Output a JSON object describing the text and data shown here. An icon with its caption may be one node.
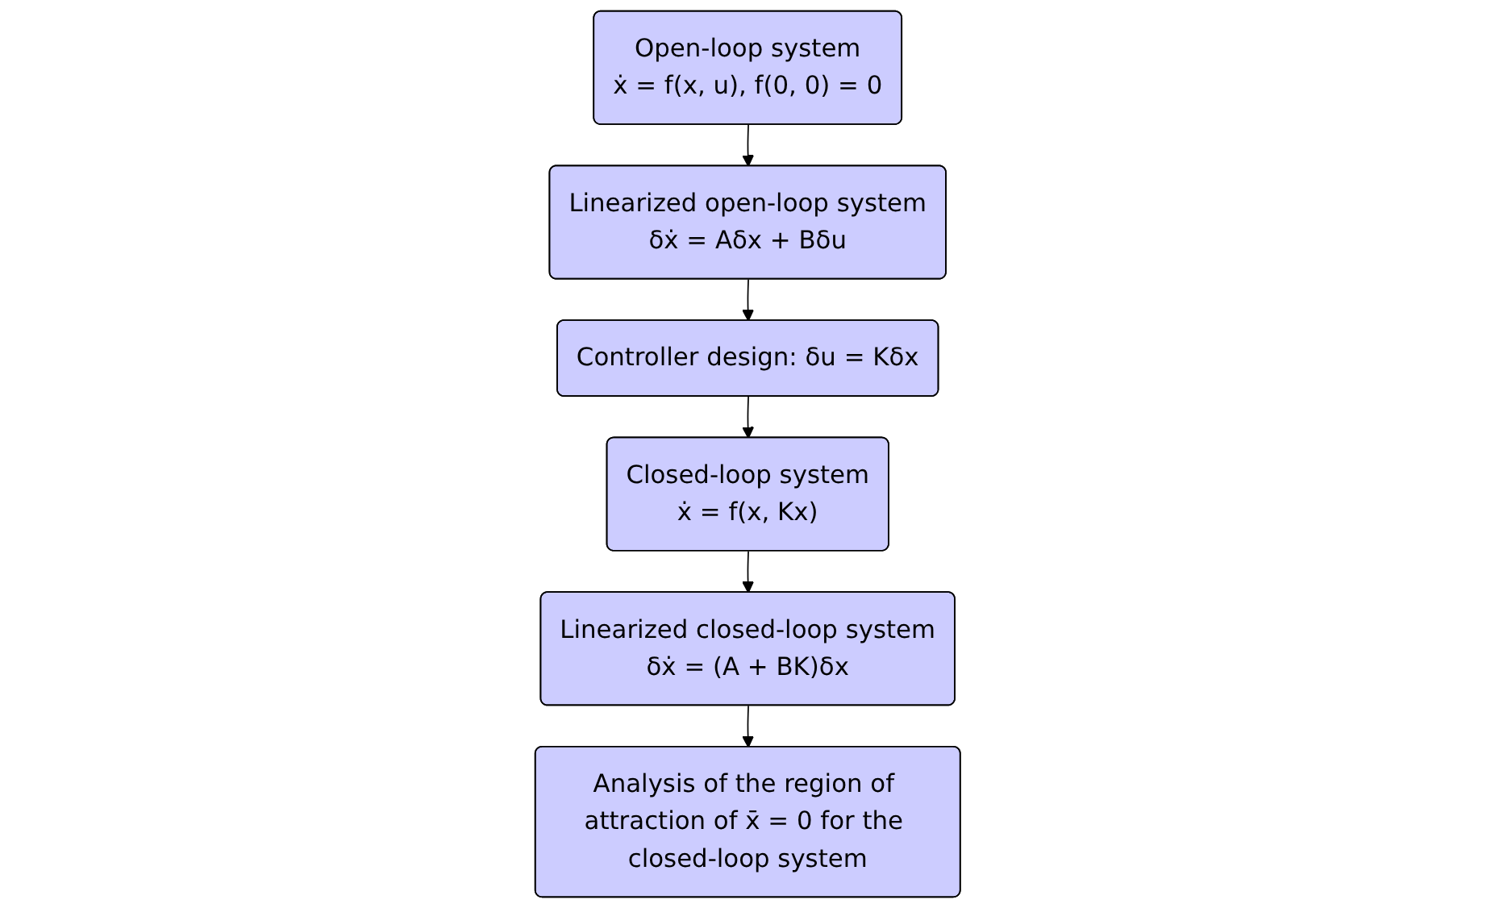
{
  "diagram": {
    "nodes": [
      {
        "text": [
          "Open-loop system",
          "ẋ = f(x, u),  f(0, 0) = 0"
        ]
      },
      {
        "text": [
          "Linearized open-loop system",
          "δẋ = Aδx + Bδu"
        ]
      },
      {
        "text": [
          "Controller design:  δu = Kδx"
        ]
      },
      {
        "text": [
          "Closed-loop system",
          "ẋ = f(x, Kx)"
        ]
      },
      {
        "text": [
          "Linearized closed-loop system",
          "δẋ = (A + BK)δx"
        ]
      },
      {
        "text": [
          "Analysis of the region of attraction of x̄ = 0 for the closed-loop system"
        ]
      }
    ],
    "edges": [
      {
        "from": 0,
        "to": 1,
        "arrow": "to"
      },
      {
        "from": 1,
        "to": 2,
        "arrow": "to"
      },
      {
        "from": 2,
        "to": 3,
        "arrow": "to"
      },
      {
        "from": 3,
        "to": 4,
        "arrow": "to"
      },
      {
        "from": 4,
        "to": 5,
        "arrow": "to"
      }
    ]
  }
}
